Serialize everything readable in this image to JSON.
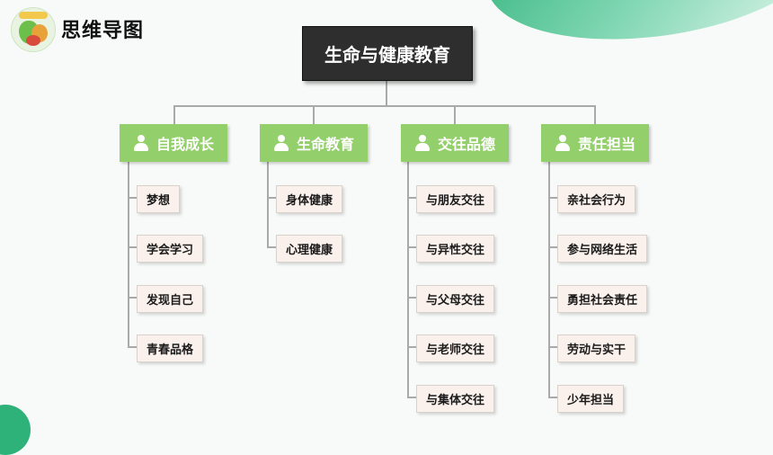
{
  "page": {
    "title": "思维导图"
  },
  "mindmap": {
    "root": "生命与健康教育",
    "branches": [
      {
        "label": "自我成长",
        "items": [
          "梦想",
          "学会学习",
          "发现自己",
          "青春品格"
        ]
      },
      {
        "label": "生命教育",
        "items": [
          "身体健康",
          "心理健康"
        ]
      },
      {
        "label": "交往品德",
        "items": [
          "与朋友交往",
          "与异性交往",
          "与父母交往",
          "与老师交往",
          "与集体交往"
        ]
      },
      {
        "label": "责任担当",
        "items": [
          "亲社会行为",
          "参与网络生活",
          "勇担社会责任",
          "劳动与实干",
          "少年担当"
        ]
      }
    ]
  },
  "colors": {
    "root_bg": "#2e2e2e",
    "branch_bg": "#93cf6a",
    "leaf_bg": "#faf1ec",
    "accent": "#2fb27a"
  },
  "icons": {
    "branch_icon": "person-icon",
    "logo": "healthy-food-logo"
  }
}
